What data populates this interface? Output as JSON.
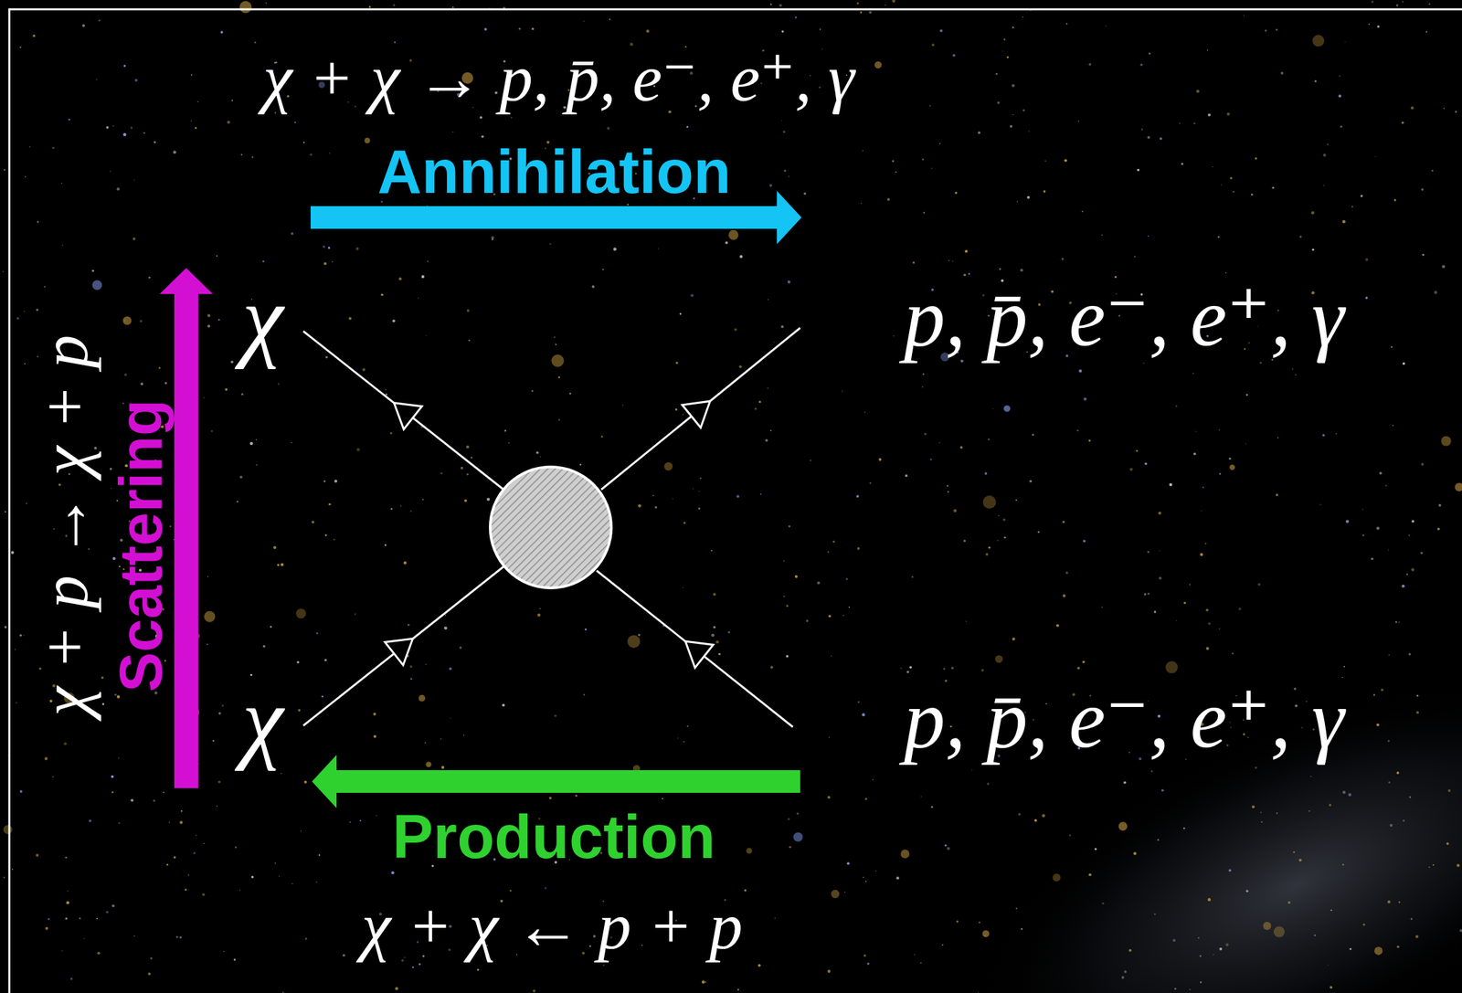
{
  "diagram": {
    "labels": [
      "χ + χ → p, p̄, e⁻, e⁺, γ",
      "Annihilation",
      "Scattering",
      "χ + p → χ + p",
      "χ",
      "χ",
      "p, p̄, e⁻, e⁺, γ",
      "p, p̄, e⁻, e⁺, γ",
      "Production",
      "χ + χ ← p + p"
    ]
  }
}
